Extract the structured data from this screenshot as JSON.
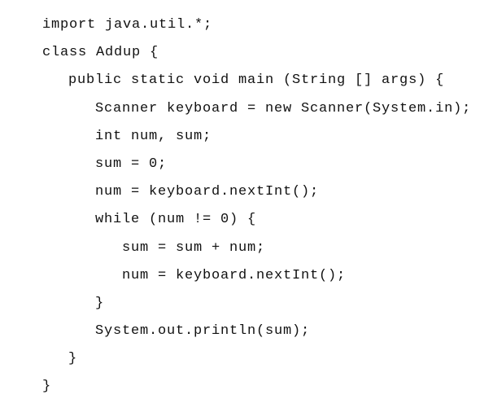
{
  "code_lines": [
    {
      "indent": 0,
      "text": "import java.util.*;"
    },
    {
      "indent": 0,
      "text": "class Addup {"
    },
    {
      "indent": 1,
      "text": "public static void main (String [] args) {"
    },
    {
      "indent": 2,
      "text": "Scanner keyboard = new Scanner(System.in);"
    },
    {
      "indent": 2,
      "text": "int num, sum;"
    },
    {
      "indent": 2,
      "text": "sum = 0;"
    },
    {
      "indent": 2,
      "text": "num = keyboard.nextInt();"
    },
    {
      "indent": 2,
      "text": "while (num != 0) {"
    },
    {
      "indent": 3,
      "text": "sum = sum + num;"
    },
    {
      "indent": 3,
      "text": "num = keyboard.nextInt();"
    },
    {
      "indent": 2,
      "text": "}"
    },
    {
      "indent": 2,
      "text": "System.out.println(sum);"
    },
    {
      "indent": 1,
      "text": "}"
    },
    {
      "indent": 0,
      "text": "}"
    }
  ]
}
